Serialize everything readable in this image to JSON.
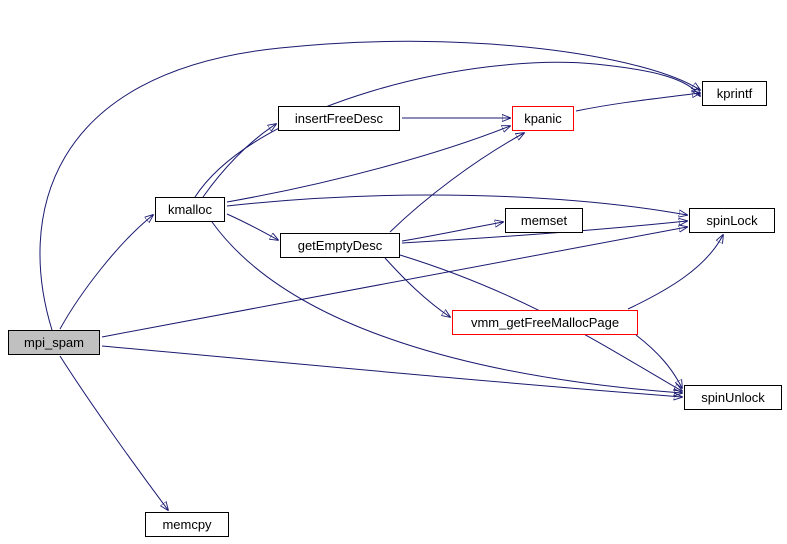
{
  "diagram": {
    "type": "doxygen-call-graph",
    "root": "mpi_spam",
    "colors": {
      "edge": "#191970",
      "node_border": "#000000",
      "highlight_border": "#ff0000",
      "root_fill": "#c0c0c0",
      "node_fill": "#ffffff"
    },
    "nodes": {
      "mpi_spam": {
        "label": "mpi_spam"
      },
      "kmalloc": {
        "label": "kmalloc"
      },
      "insertFreeDesc": {
        "label": "insertFreeDesc"
      },
      "kpanic": {
        "label": "kpanic"
      },
      "kprintf": {
        "label": "kprintf"
      },
      "memset": {
        "label": "memset"
      },
      "spinLock": {
        "label": "spinLock"
      },
      "getEmptyDesc": {
        "label": "getEmptyDesc"
      },
      "vmm_getFreeMallocPage": {
        "label": "vmm_getFreeMallocPage"
      },
      "spinUnlock": {
        "label": "spinUnlock"
      },
      "memcpy": {
        "label": "memcpy"
      }
    },
    "edges": [
      {
        "from": "mpi_spam",
        "to": "kmalloc"
      },
      {
        "from": "mpi_spam",
        "to": "kprintf"
      },
      {
        "from": "mpi_spam",
        "to": "spinLock"
      },
      {
        "from": "mpi_spam",
        "to": "spinUnlock"
      },
      {
        "from": "mpi_spam",
        "to": "memcpy"
      },
      {
        "from": "kmalloc",
        "to": "insertFreeDesc"
      },
      {
        "from": "kmalloc",
        "to": "kpanic"
      },
      {
        "from": "kmalloc",
        "to": "kprintf"
      },
      {
        "from": "kmalloc",
        "to": "getEmptyDesc"
      },
      {
        "from": "kmalloc",
        "to": "spinLock"
      },
      {
        "from": "kmalloc",
        "to": "spinUnlock"
      },
      {
        "from": "insertFreeDesc",
        "to": "kpanic"
      },
      {
        "from": "kpanic",
        "to": "kprintf"
      },
      {
        "from": "getEmptyDesc",
        "to": "kpanic"
      },
      {
        "from": "getEmptyDesc",
        "to": "memset"
      },
      {
        "from": "getEmptyDesc",
        "to": "spinLock"
      },
      {
        "from": "getEmptyDesc",
        "to": "vmm_getFreeMallocPage"
      },
      {
        "from": "getEmptyDesc",
        "to": "spinUnlock"
      },
      {
        "from": "vmm_getFreeMallocPage",
        "to": "spinLock"
      },
      {
        "from": "vmm_getFreeMallocPage",
        "to": "spinUnlock"
      }
    ]
  }
}
